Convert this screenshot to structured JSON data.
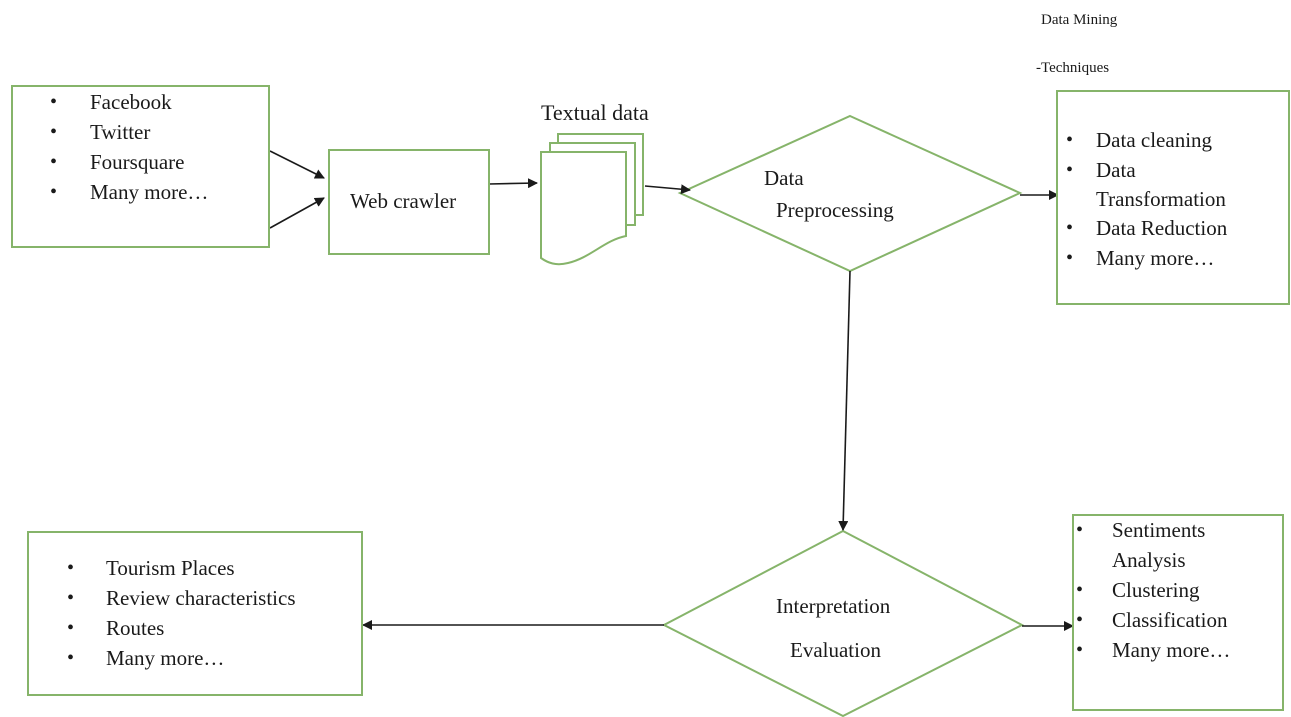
{
  "colors": {
    "border": "#86b46a",
    "arrow": "#1a1a1a",
    "text": "#1a1a1a"
  },
  "sources": {
    "items": [
      "Facebook",
      "Twitter",
      "Foursquare",
      "Many more…"
    ]
  },
  "crawler": {
    "label": "Web crawler"
  },
  "textual": {
    "label": "Textual data"
  },
  "preprocessing": {
    "line1": "Data",
    "line2": "Preprocessing"
  },
  "mining": {
    "line1": "Data Mining",
    "line2": "-Techniques"
  },
  "techniques": {
    "items": [
      "Data cleaning",
      "Data",
      "Transformation",
      "Data Reduction",
      "Many more…"
    ]
  },
  "interpretation": {
    "line1": "Interpretation",
    "line2": "Evaluation"
  },
  "methods": {
    "items": [
      "Sentiments",
      "Analysis",
      "Clustering",
      "Classification",
      "Many more…"
    ]
  },
  "results": {
    "items": [
      "Tourism Places",
      "Review characteristics",
      "Routes",
      "Many more…"
    ]
  }
}
